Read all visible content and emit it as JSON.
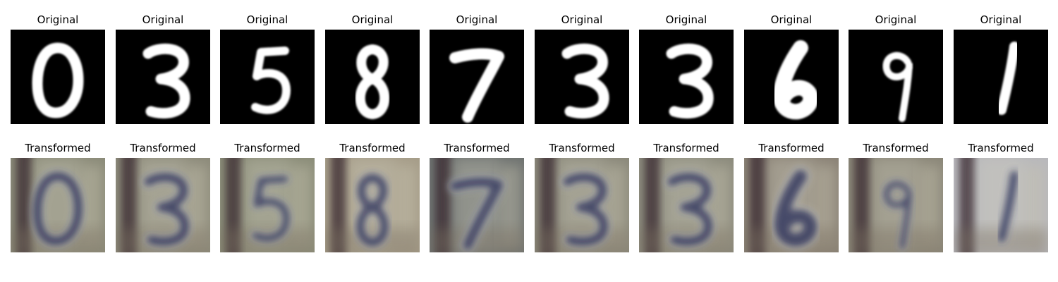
{
  "rows": [
    {
      "kind": "original",
      "panels": [
        {
          "title": "Original",
          "digit": "0"
        },
        {
          "title": "Original",
          "digit": "3"
        },
        {
          "title": "Original",
          "digit": "5"
        },
        {
          "title": "Original",
          "digit": "8"
        },
        {
          "title": "Original",
          "digit": "7"
        },
        {
          "title": "Original",
          "digit": "3"
        },
        {
          "title": "Original",
          "digit": "3"
        },
        {
          "title": "Original",
          "digit": "6"
        },
        {
          "title": "Original",
          "digit": "9"
        },
        {
          "title": "Original",
          "digit": "1"
        }
      ]
    },
    {
      "kind": "transformed",
      "panels": [
        {
          "title": "Transformed",
          "digit": "0"
        },
        {
          "title": "Transformed",
          "digit": "3"
        },
        {
          "title": "Transformed",
          "digit": "5"
        },
        {
          "title": "Transformed",
          "digit": "8"
        },
        {
          "title": "Transformed",
          "digit": "7"
        },
        {
          "title": "Transformed",
          "digit": "3"
        },
        {
          "title": "Transformed",
          "digit": "3"
        },
        {
          "title": "Transformed",
          "digit": "6"
        },
        {
          "title": "Transformed",
          "digit": "9"
        },
        {
          "title": "Transformed",
          "digit": "1"
        }
      ]
    }
  ]
}
